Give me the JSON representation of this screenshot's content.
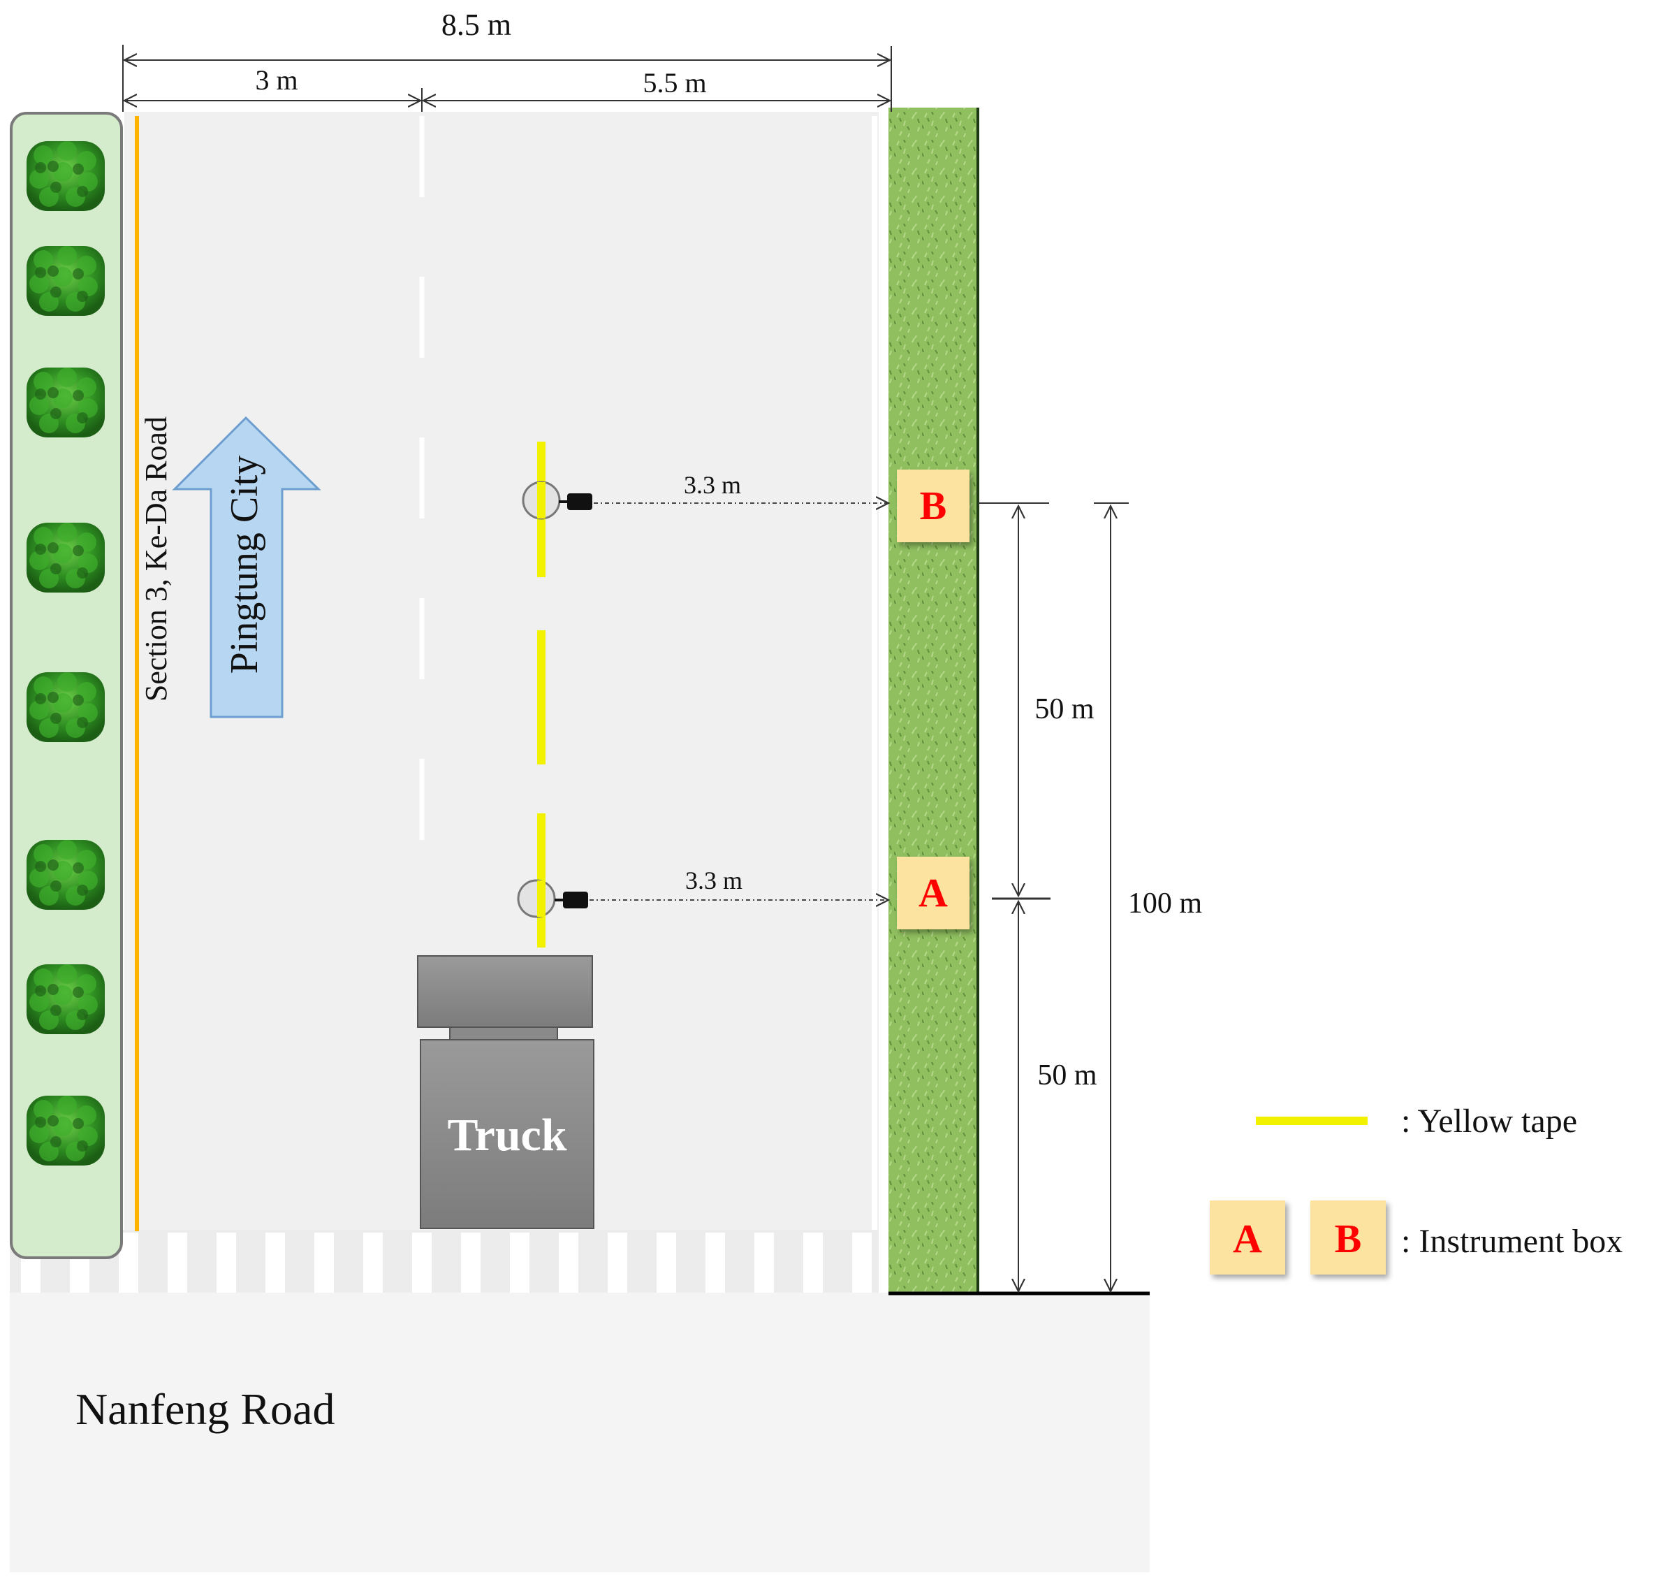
{
  "dimensions": {
    "total_width": "8.5 m",
    "lane_left_width": "3 m",
    "lane_right_width": "5.5 m",
    "sensor_offset_b": "3.3 m",
    "sensor_offset_a": "3.3 m",
    "segment_upper": "50 m",
    "segment_lower": "50 m",
    "total_length": "100 m"
  },
  "labels": {
    "road_name": "Section 3, Ke-Da Road",
    "direction": "Pingtung City",
    "cross_road": "Nanfeng Road",
    "vehicle": "Truck",
    "box_a": "A",
    "box_b": "B"
  },
  "legend": {
    "tape_label": ": Yellow tape",
    "box_label": ": Instrument box",
    "box_a": "A",
    "box_b": "B"
  },
  "colors": {
    "road": "#f0f0f0",
    "median_green": "#d4ebcc",
    "grass": "#8fbf5f",
    "tape_yellow": "#f2f200",
    "curb_orange": "#ffb400",
    "arrow_blue": "#b6d6f2",
    "box_fill": "#fde3a0",
    "box_letter": "#ff0000",
    "truck_gray": "#8c8c8c"
  }
}
